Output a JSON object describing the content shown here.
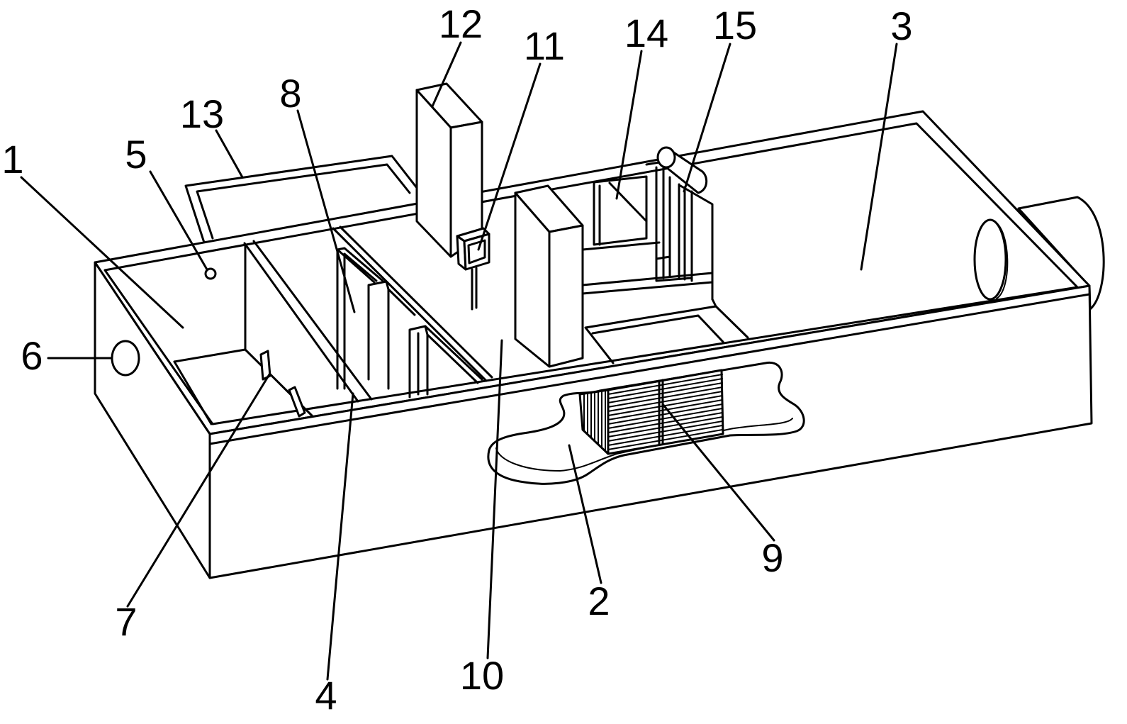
{
  "figure": {
    "labels": [
      "1",
      "2",
      "3",
      "4",
      "5",
      "6",
      "7",
      "8",
      "9",
      "10",
      "11",
      "12",
      "13",
      "14",
      "15"
    ]
  },
  "colors": {
    "line": "#000000",
    "background": "#ffffff"
  }
}
